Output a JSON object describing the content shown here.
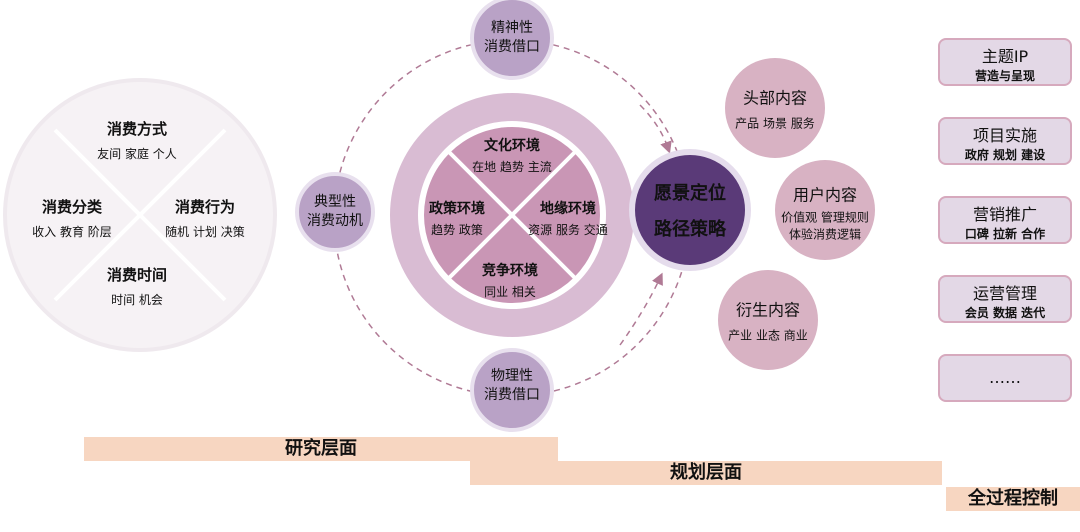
{
  "colors": {
    "accent_dark": "#5a3a78",
    "ring": "#d9bcd3",
    "quadrant": "#c996b5",
    "bubble": "#d8b2c3",
    "small_circle": "#b9a2c6",
    "bar": "#f7d6c1",
    "box": "#e3d8e6"
  },
  "consumer": {
    "top": {
      "title": "消费方式",
      "sub": "友间 家庭 个人"
    },
    "left": {
      "title": "消费分类",
      "sub": "收入 教育 阶层"
    },
    "right": {
      "title": "消费行为",
      "sub": "随机 计划 决策"
    },
    "bottom": {
      "title": "消费时间",
      "sub": "时间 机会"
    }
  },
  "orbit": {
    "top": [
      "精神性",
      "消费借口"
    ],
    "left": [
      "典型性",
      "消费动机"
    ],
    "bottom": [
      "物理性",
      "消费借口"
    ]
  },
  "environment": {
    "top": {
      "title": "文化环境",
      "sub": "在地 趋势 主流"
    },
    "left": {
      "title": "政策环境",
      "sub": "趋势 政策"
    },
    "right": {
      "title": "地缘环境",
      "sub": "资源 服务 交通"
    },
    "bottom": {
      "title": "竞争环境",
      "sub": "同业 相关"
    }
  },
  "core": [
    "愿景定位",
    "路径策略"
  ],
  "content": [
    {
      "title": "头部内容",
      "sub": "产品 场景 服务"
    },
    {
      "title": "用户内容",
      "sub": "价值观 管理规则",
      "sub2": "体验消费逻辑"
    },
    {
      "title": "衍生内容",
      "sub": "产业 业态 商业"
    }
  ],
  "boxes": [
    {
      "title": "主题IP",
      "sub": "营造与呈现"
    },
    {
      "title": "项目实施",
      "sub": "政府 规划 建设"
    },
    {
      "title": "营销推广",
      "sub": "口碑 拉新 合作"
    },
    {
      "title": "运营管理",
      "sub": "会员 数据 迭代"
    },
    {
      "title": "……",
      "sub": ""
    }
  ],
  "phases": [
    "研究层面",
    "规划层面",
    "全过程控制"
  ]
}
